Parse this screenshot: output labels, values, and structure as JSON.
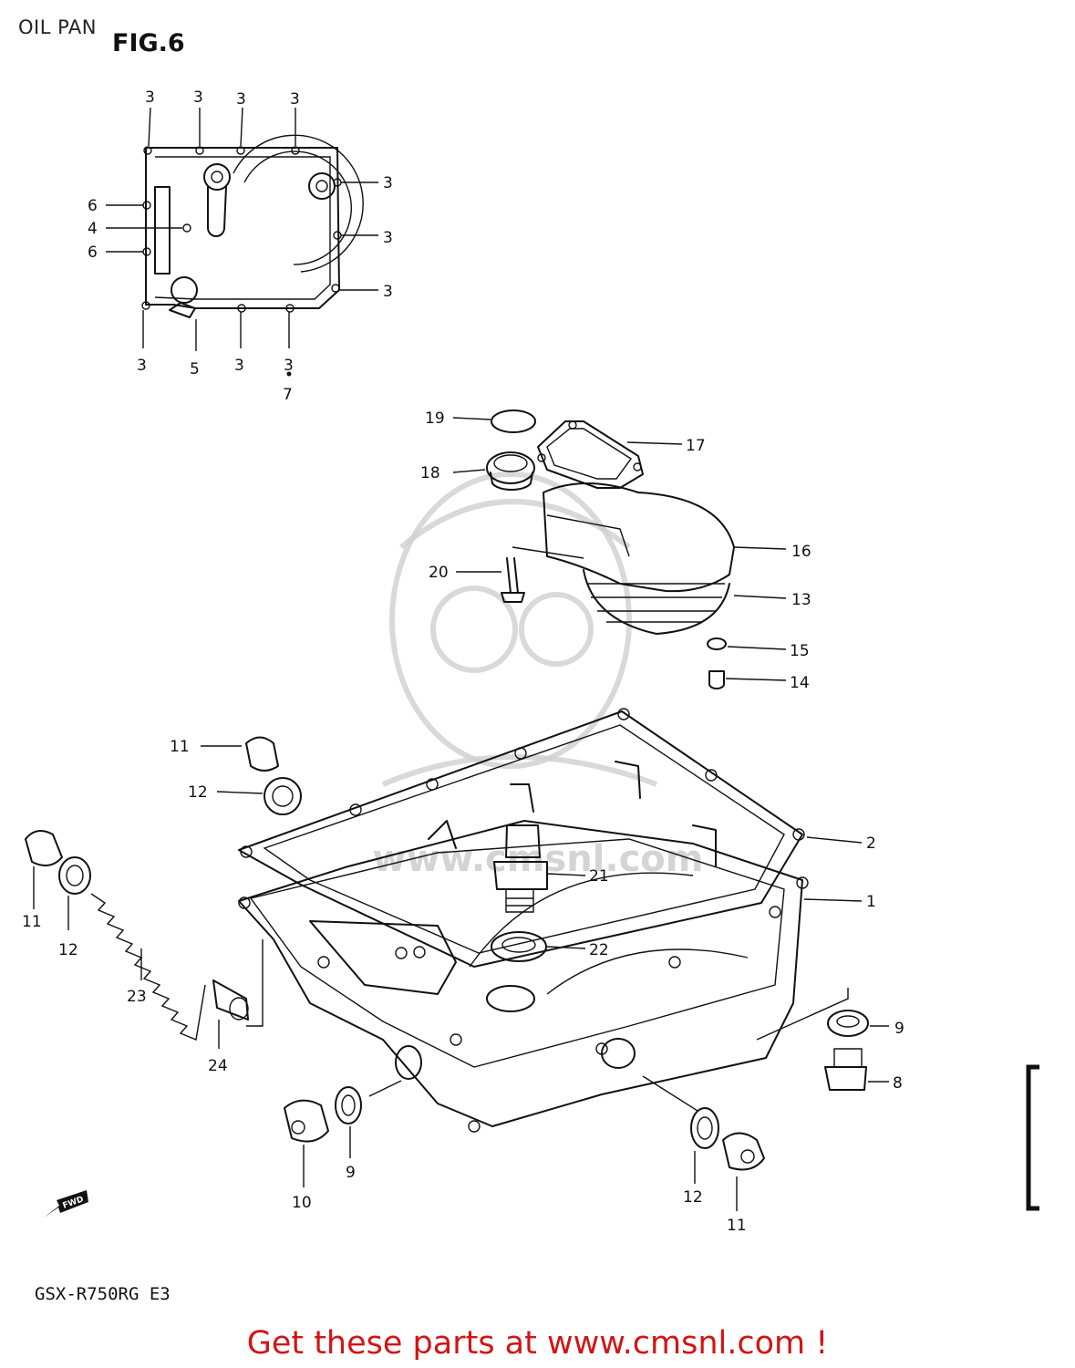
{
  "page_title": "OIL PAN",
  "figure_title": "FIG.6",
  "model_code": "GSX-R750RG E3",
  "footer_text": "Get these parts at www.cmsnl.com !",
  "watermark_text": "www.cmsnl.com",
  "fwd_label": "FWD",
  "colors": {
    "footer": "#d11515",
    "ink": "#111111",
    "watermark": "#cfcfcf"
  },
  "callouts": [
    {
      "id": "c3a",
      "text": "3"
    },
    {
      "id": "c3b",
      "text": "3"
    },
    {
      "id": "c3c",
      "text": "3"
    },
    {
      "id": "c3d",
      "text": "3"
    },
    {
      "id": "c3e",
      "text": "3"
    },
    {
      "id": "c3f",
      "text": "3"
    },
    {
      "id": "c3g",
      "text": "3"
    },
    {
      "id": "c3h",
      "text": "3"
    },
    {
      "id": "c3i",
      "text": "3"
    },
    {
      "id": "c3j",
      "text": "3"
    },
    {
      "id": "c6a",
      "text": "6"
    },
    {
      "id": "c4",
      "text": "4"
    },
    {
      "id": "c6b",
      "text": "6"
    },
    {
      "id": "c5",
      "text": "5"
    },
    {
      "id": "c7",
      "text": "7"
    },
    {
      "id": "c19",
      "text": "19"
    },
    {
      "id": "c17",
      "text": "17"
    },
    {
      "id": "c18",
      "text": "18"
    },
    {
      "id": "c16",
      "text": "16"
    },
    {
      "id": "c20",
      "text": "20"
    },
    {
      "id": "c13",
      "text": "13"
    },
    {
      "id": "c15",
      "text": "15"
    },
    {
      "id": "c14",
      "text": "14"
    },
    {
      "id": "c11a",
      "text": "11"
    },
    {
      "id": "c12a",
      "text": "12"
    },
    {
      "id": "c2",
      "text": "2"
    },
    {
      "id": "c21",
      "text": "21"
    },
    {
      "id": "c1",
      "text": "1"
    },
    {
      "id": "c11b",
      "text": "11"
    },
    {
      "id": "c12b",
      "text": "12"
    },
    {
      "id": "c22",
      "text": "22"
    },
    {
      "id": "c23",
      "text": "23"
    },
    {
      "id": "c9a",
      "text": "9"
    },
    {
      "id": "c24",
      "text": "24"
    },
    {
      "id": "c8",
      "text": "8"
    },
    {
      "id": "c10",
      "text": "10"
    },
    {
      "id": "c9b",
      "text": "9"
    },
    {
      "id": "c12c",
      "text": "12"
    },
    {
      "id": "c11c",
      "text": "11"
    }
  ]
}
